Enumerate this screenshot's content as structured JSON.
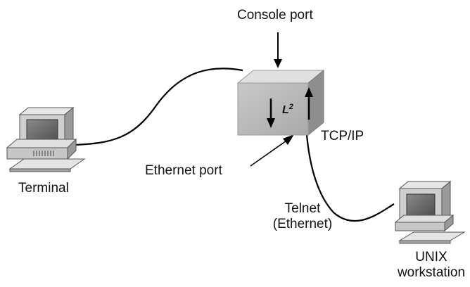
{
  "diagram": {
    "labels": {
      "console_port": "Console port",
      "tcp_ip": "TCP/IP",
      "ethernet_port": "Ethernet port",
      "terminal": "Terminal",
      "telnet_line1": "Telnet",
      "telnet_line2": "(Ethernet)",
      "unix_line1": "UNIX",
      "unix_line2": "workstation"
    },
    "device_label": {
      "main": "L",
      "superscript": "2"
    },
    "icons": {
      "terminal": "terminal-computer-icon",
      "workstation": "unix-workstation-icon",
      "switch": "l2-switch-box-icon"
    },
    "colors": {
      "line": "#000000",
      "box_face": "#b4b4b4",
      "box_top": "#dedede",
      "box_side": "#8c8c8c",
      "computer_body": "#c8c8c8",
      "screen": "#6a6a6a"
    }
  }
}
